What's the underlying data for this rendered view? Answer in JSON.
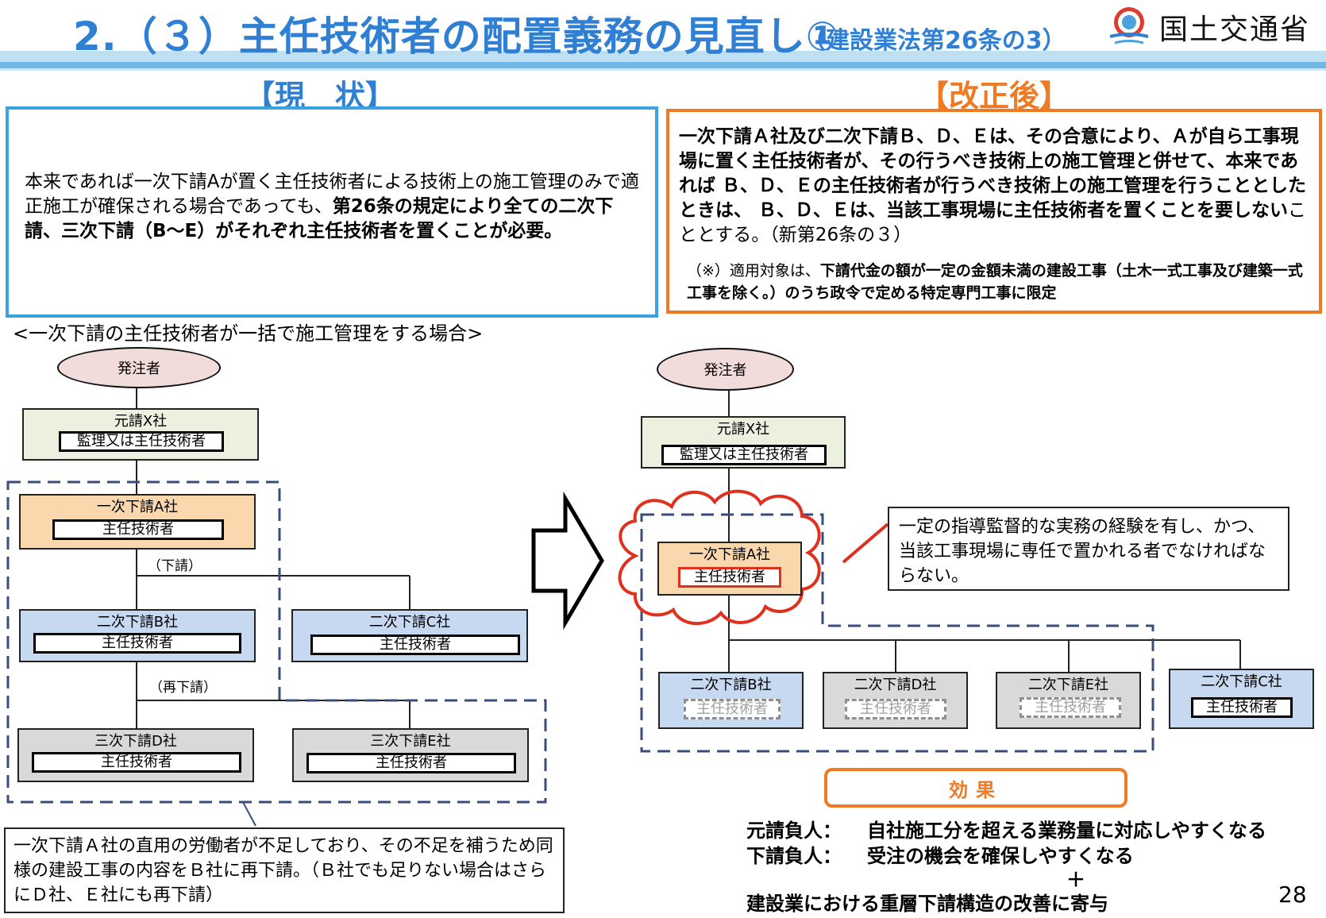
{
  "header": {
    "title": "2.（３）主任技術者の配置義務の見直し①",
    "title_sub": "（建設業法第26条の3）",
    "ministry": "国土交通省"
  },
  "current": {
    "label": "【現　状】",
    "text_1": "本来であれば一次下請Aが置く主任技術者による技術上の施工管理のみで適正施工が確保される場合であっても、",
    "text_bold": "第26条の規定により全ての二次下請、三次下請（B～E）がそれぞれ主任技術者を置くことが必要。"
  },
  "after": {
    "label": "【改正後】",
    "text_1": "一次下請Ａ社及び二次下請Ｂ、Ｄ、Ｅは、その合意により、Ａが自ら工事現場に置く主任技術者が、その行うべき技術上の施工管理と併せて、本来であれば Ｂ、Ｄ、Ｅの主任技術者が行うべき技術上の施工管理を行うこととしたときは、 Ｂ、Ｄ、Ｅは、当該工事現場に主任技術者を置くことを要しない",
    "text_2": "こととする。（新第26条の３）",
    "note_prefix": "（※）適用対象は、",
    "note_bold": "下請代金の額が一定の金額未満の建設工事（土木一式工事及び建築一式工事を除く。）のうち政令で定める特定専門工事に限定"
  },
  "diagram": {
    "case_label": "<一次下請の主任技術者が一括で施工管理をする場合>",
    "owner": "発注者",
    "prime": "元請X社",
    "prime_role": "監理又は主任技術者",
    "sub_a": "一次下請A社",
    "sub_b": "二次下請B社",
    "sub_c": "二次下請C社",
    "sub_d_after": "二次下請D社",
    "sub_e_after": "二次下請E社",
    "sub_d_current": "三次下請D社",
    "sub_e_current": "三次下請E社",
    "role": "主任技術者",
    "subcontract": "（下請）",
    "re_subcontract": "（再下請）",
    "condition_text": "一定の指導監督的な実務の経験を有し、かつ、当該工事現場に専任で置かれる者でなければならない。",
    "bottom_note": "一次下請Ａ社の直用の労働者が不足しており、その不足を補うため同様の建設工事の内容をＢ社に再下請。（Ｂ社でも足りない場合はさらにＤ社、Ｅ社にも再下請）"
  },
  "effect": {
    "label": "効果",
    "row1_label": "元請負人：",
    "row1_text": "自社施工分を超える業務量に対応しやすくなる",
    "row2_label": "下請負人：",
    "row2_text": "受注の機会を確保しやすくなる",
    "plus": "＋",
    "row3_text": "建設業における重層下請構造の改善に寄与"
  },
  "page_number": "28",
  "colors": {
    "title_blue": "#2f7fd4",
    "accent_orange": "#ef7a24",
    "highlight_red": "#e0301e",
    "dashed_navy": "#3a4d7a"
  }
}
